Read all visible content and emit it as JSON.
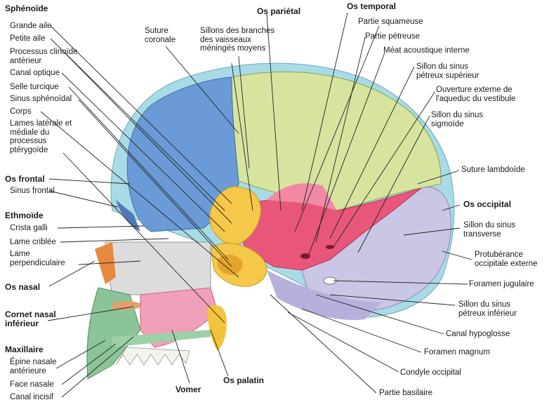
{
  "colors": {
    "sphenoid": "#f5c84a",
    "frontal": "#6b9bd6",
    "parietal": "#d6e4a0",
    "temporal": "#e8577a",
    "occipital": "#c9c6e6",
    "ethmoid": "#dcdcdc",
    "nasal": "#e8893e",
    "maxilla": "#8cc49a",
    "palatine": "#f2c43b",
    "vomer": "#f0a0b8",
    "inferior_concha": "#e0a070",
    "cranial_outline": "#a8dbe6"
  },
  "labels": {
    "sphenoide": "Sphénoïde",
    "grande_aile": "Grande aile",
    "petite_aile": "Petite aile",
    "processus_clinoide": "Processus clinoïde\nantérieur",
    "canal_optique": "Canal optique",
    "selle_turcique": "Selle turcique",
    "sinus_sphenoidal": "Sinus sphénoïdal",
    "corps": "Corps",
    "lames": "Lames latérale et\nmédiale du\nprocessus\nptérygoïde",
    "os_frontal": "Os frontal",
    "sinus_frontal": "Sinus frontal",
    "ethmoide": "Ethmoïde",
    "crista_galli": "Crista galli",
    "lame_criblee": "Lame criblée",
    "lame_perpendiculaire": "Lame\nperpendiculaire",
    "os_nasal": "Os nasal",
    "cornet_nasal": "Cornet nasal\ninférieur",
    "maxillaire": "Maxillaire",
    "epine_nasale": "Épine nasale\nantérieure",
    "face_nasale": "Face nasale",
    "canal_incisif": "Canal incisif",
    "vomer": "Vomer",
    "os_palatin": "Os palatin",
    "suture_coronale": "Suture\ncoronale",
    "sillons_branches": "Sillons des branches\ndes vaisseaux\nméningés moyens",
    "os_parietal": "Os pariétal",
    "os_temporal": "Os temporal",
    "partie_squameuse": "Partie squameuse",
    "partie_petreuse": "Partie pétreuse",
    "meat_acoustique": "Méat acoustique interne",
    "sillon_petreux_sup": "Sillon du sinus\npétreux supérieur",
    "ouverture_aqueduc": "Ouverture externe de\nl'aqueduc du vestibule",
    "sillon_sigmoide": "Sillon du sinus\nsigmoïde",
    "suture_lambdoide": "Suture lambdoïde",
    "os_occipital": "Os occipital",
    "sillon_transverse": "Sillon du sinus\ntransverse",
    "protuberance": "Protubérance\noccipitale externe",
    "foramen_jugulaire": "Foramen jugulaire",
    "sillon_petreux_inf": "Sillon du sinus\npétreux inférieur",
    "canal_hypoglosse": "Canal hypoglosse",
    "foramen_magnum": "Foramen magnum",
    "condyle_occipital": "Condyle occipital",
    "partie_basilaire": "Partie basilaire"
  }
}
